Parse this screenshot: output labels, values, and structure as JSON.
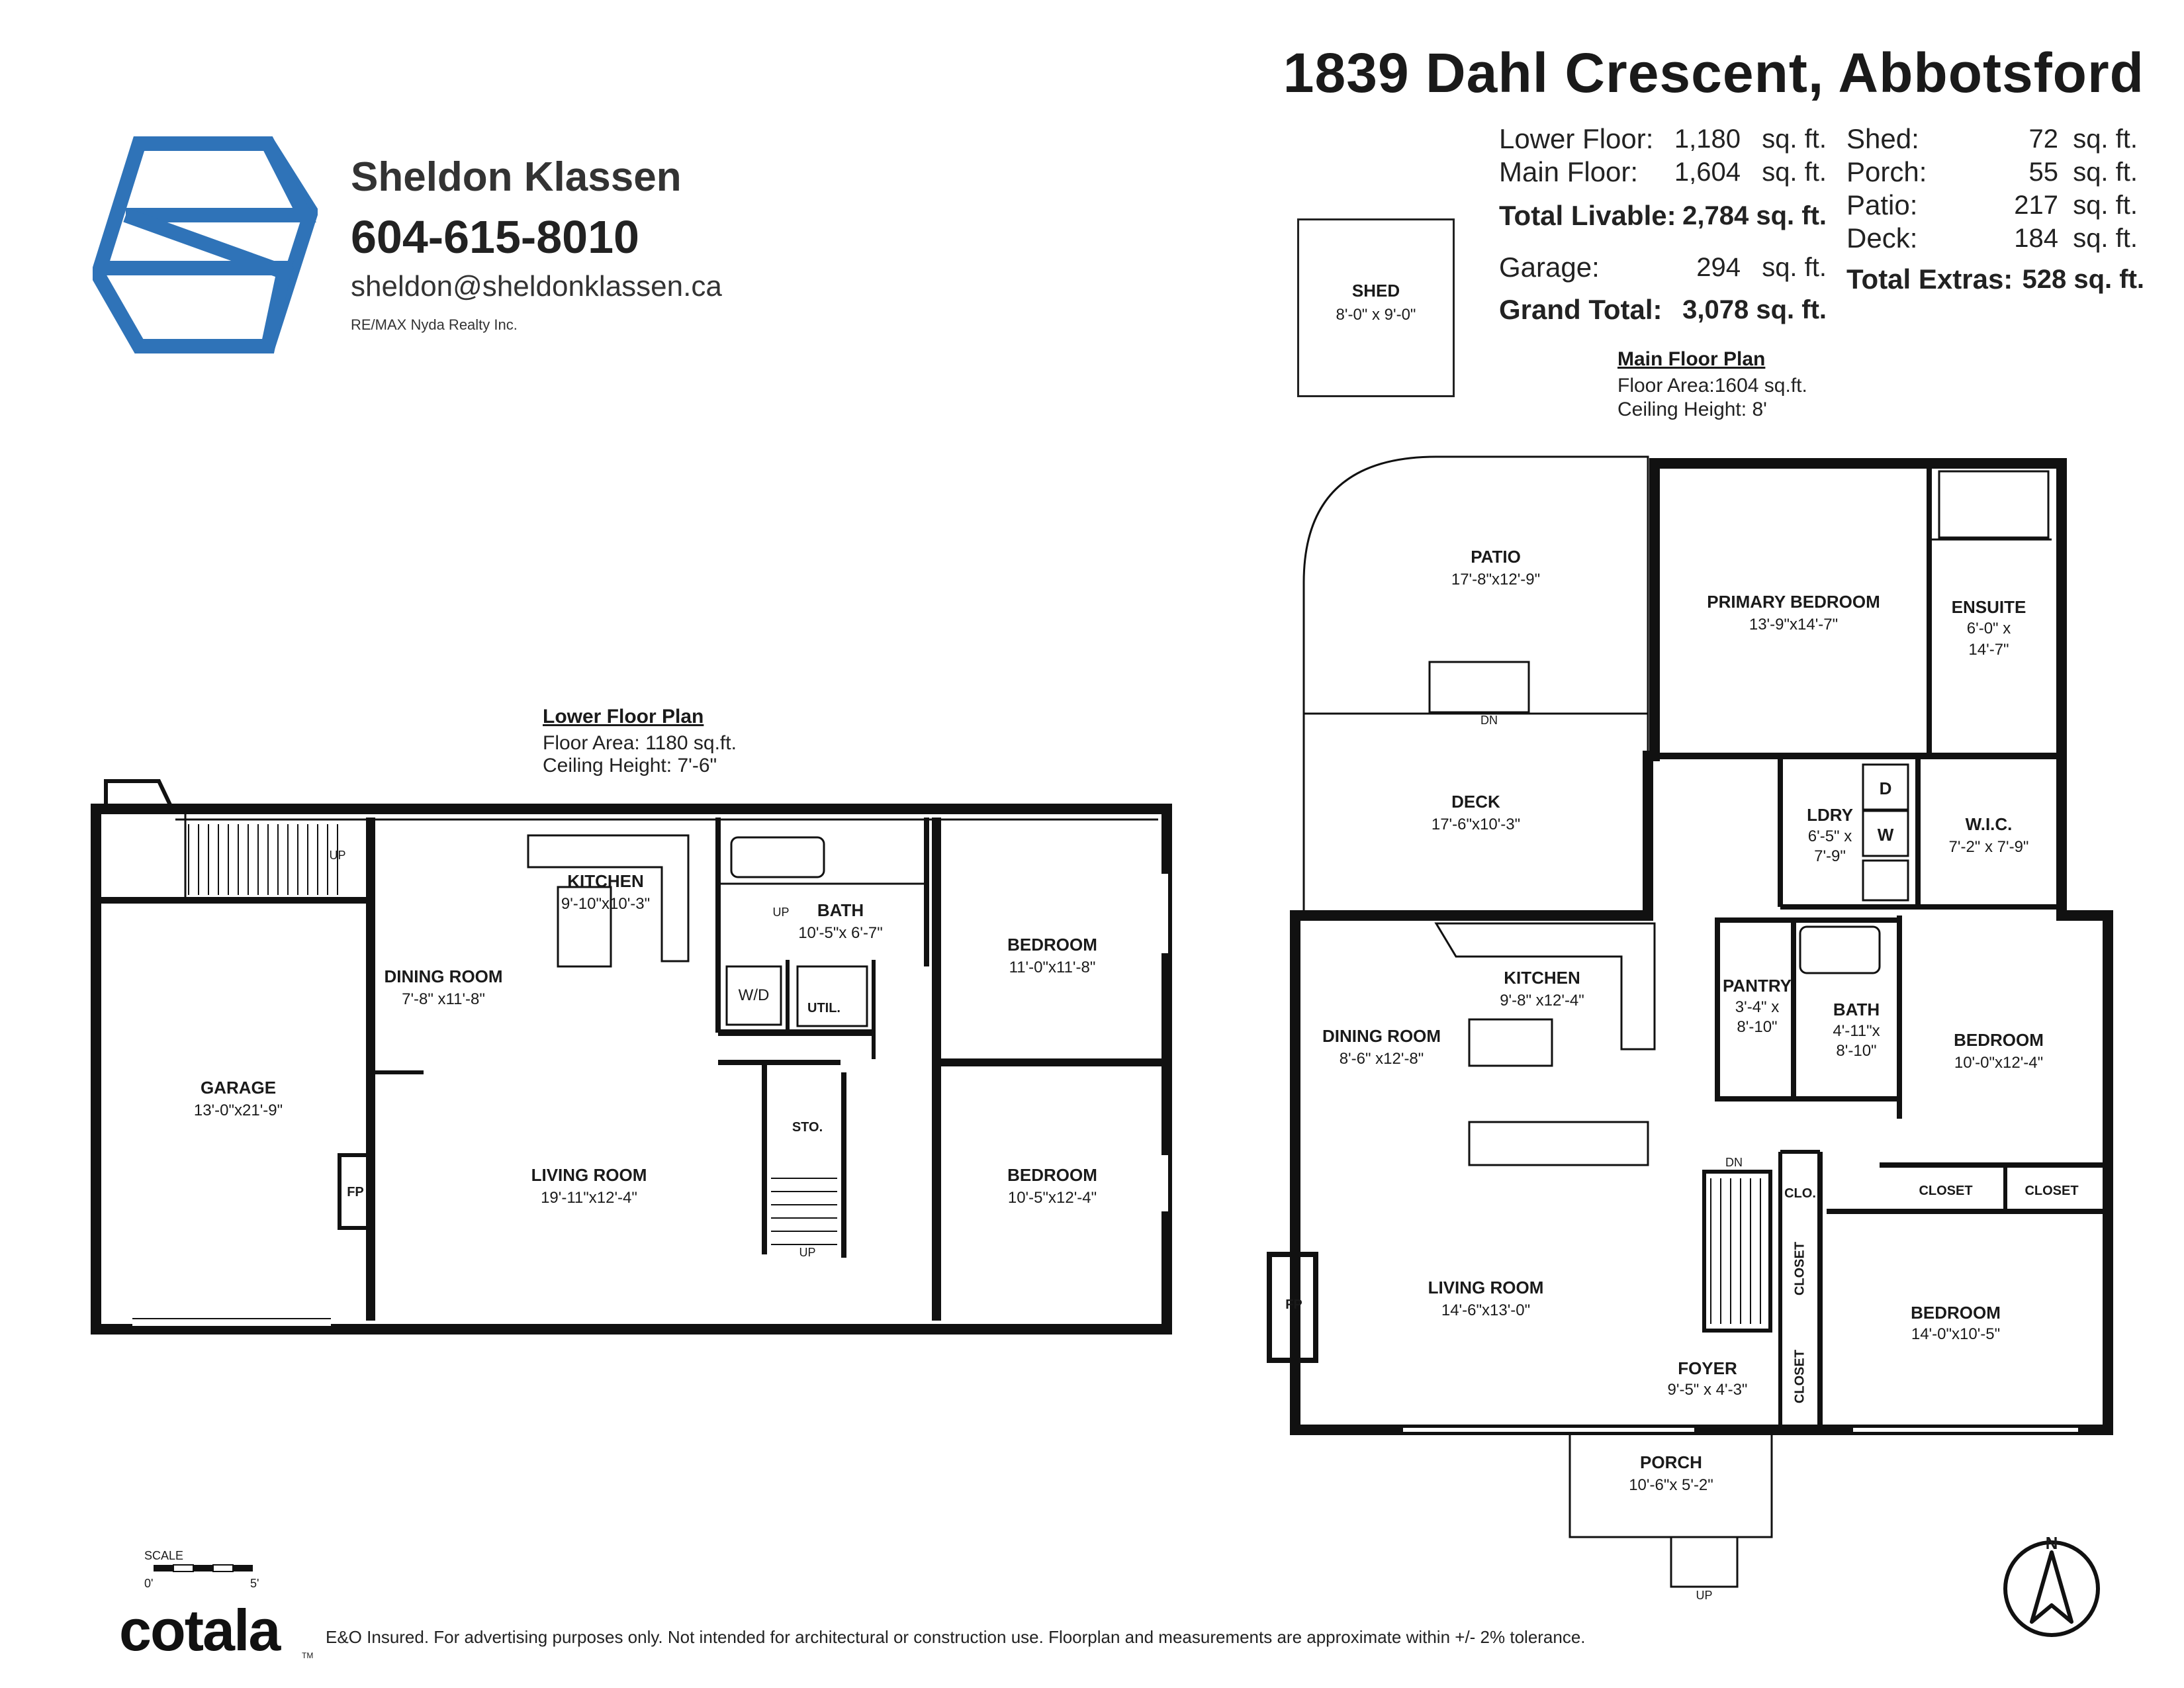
{
  "header": {
    "address": "1839 Dahl Crescent, Abbotsford"
  },
  "agent": {
    "name": "Sheldon Klassen",
    "phone": "604-615-8010",
    "email": "sheldon@sheldonklassen.ca",
    "brokerage": "RE/MAX Nyda Realty Inc.",
    "logo_icon": "sk-hexagon-logo",
    "logo_color": "#2f73b8"
  },
  "areas": {
    "lower_label": "Lower Floor:",
    "lower_value": "1,180",
    "main_label": "Main Floor:",
    "main_value": "1,604",
    "livable_label": "Total Livable:",
    "livable_value": "2,784 sq. ft.",
    "garage_label": "Garage:",
    "garage_value": "294",
    "grand_label": "Grand Total:",
    "grand_value": "3,078 sq. ft.",
    "unit": "sq. ft.",
    "shed_label": "Shed:",
    "shed_value": "72",
    "porch_label": "Porch:",
    "porch_value": "55",
    "patio_label": "Patio:",
    "patio_value": "217",
    "deck_label": "Deck:",
    "deck_value": "184",
    "extras_label": "Total Extras:",
    "extras_value": "528 sq. ft."
  },
  "shed": {
    "name": "SHED",
    "dims": "8'-0\" x 9'-0\""
  },
  "lower_plan": {
    "heading": "Lower Floor Plan",
    "area": "Floor Area: 1180 sq.ft.",
    "ceiling": "Ceiling Height: 7'-6\"",
    "rooms": {
      "garage": {
        "name": "GARAGE",
        "dims": "13'-0\"x21'-9\""
      },
      "dining": {
        "name": "DINING ROOM",
        "dims": "7'-8\" x11'-8\""
      },
      "kitchen": {
        "name": "KITCHEN",
        "dims": "9'-10\"x10'-3\""
      },
      "bath": {
        "name": "BATH",
        "dims": "10'-5\"x 6'-7\""
      },
      "bedroom1": {
        "name": "BEDROOM",
        "dims": "11'-0\"x11'-8\""
      },
      "living": {
        "name": "LIVING ROOM",
        "dims": "19'-11\"x12'-4\""
      },
      "bedroom2": {
        "name": "BEDROOM",
        "dims": "10'-5\"x12'-4\""
      }
    },
    "labels": {
      "fp": "FP",
      "wd": "W/D",
      "util": "UTIL.",
      "sto": "STO.",
      "up1": "UP",
      "up2": "UP",
      "up3": "UP"
    }
  },
  "main_plan": {
    "heading": "Main Floor Plan",
    "area": "Floor Area:1604 sq.ft.",
    "ceiling": "Ceiling Height: 8'",
    "rooms": {
      "patio": {
        "name": "PATIO",
        "dims": "17'-8\"x12'-9\""
      },
      "primary": {
        "name": "PRIMARY BEDROOM",
        "dims": "13'-9\"x14'-7\""
      },
      "ensuite": {
        "name": "ENSUITE",
        "dims1": "6'-0\" x",
        "dims2": "14'-7\""
      },
      "deck": {
        "name": "DECK",
        "dims": "17'-6\"x10'-3\""
      },
      "ldry": {
        "name": "LDRY",
        "dims1": "6'-5\" x",
        "dims2": "7'-9\""
      },
      "wic": {
        "name": "W.I.C.",
        "dims": "7'-2\" x 7'-9\""
      },
      "dining": {
        "name": "DINING ROOM",
        "dims": "8'-6\" x12'-8\""
      },
      "kitchen": {
        "name": "KITCHEN",
        "dims": "9'-8\" x12'-4\""
      },
      "pantry": {
        "name": "PANTRY",
        "dims1": "3'-4\" x",
        "dims2": "8'-10\""
      },
      "bath": {
        "name": "BATH",
        "dims1": "4'-11\"x",
        "dims2": "8'-10\""
      },
      "bedroom1": {
        "name": "BEDROOM",
        "dims": "10'-0\"x12'-4\""
      },
      "living": {
        "name": "LIVING ROOM",
        "dims": "14'-6\"x13'-0\""
      },
      "bedroom2": {
        "name": "BEDROOM",
        "dims": "14'-0\"x10'-5\""
      },
      "foyer": {
        "name": "FOYER",
        "dims": "9'-5\" x 4'-3\""
      },
      "porch": {
        "name": "PORCH",
        "dims": "10'-6\"x 5'-2\""
      }
    },
    "labels": {
      "fp": "FP",
      "dn1": "DN",
      "dn2": "DN",
      "up": "UP",
      "clo": "CLO.",
      "closet1": "CLOSET",
      "closet2": "CLOSET",
      "closet3": "CLOSET",
      "closet4": "CLOSET",
      "d": "D",
      "w": "W"
    }
  },
  "footer": {
    "brand": "cotala",
    "brand_mark": "TM",
    "disclaimer": "E&O Insured. For advertising purposes only. Not intended for architectural or construction use. Floorplan and measurements are approximate within +/- 2% tolerance.",
    "scale_label": "SCALE",
    "scale_min": "0'",
    "scale_max": "5'",
    "compass_label": "N"
  }
}
